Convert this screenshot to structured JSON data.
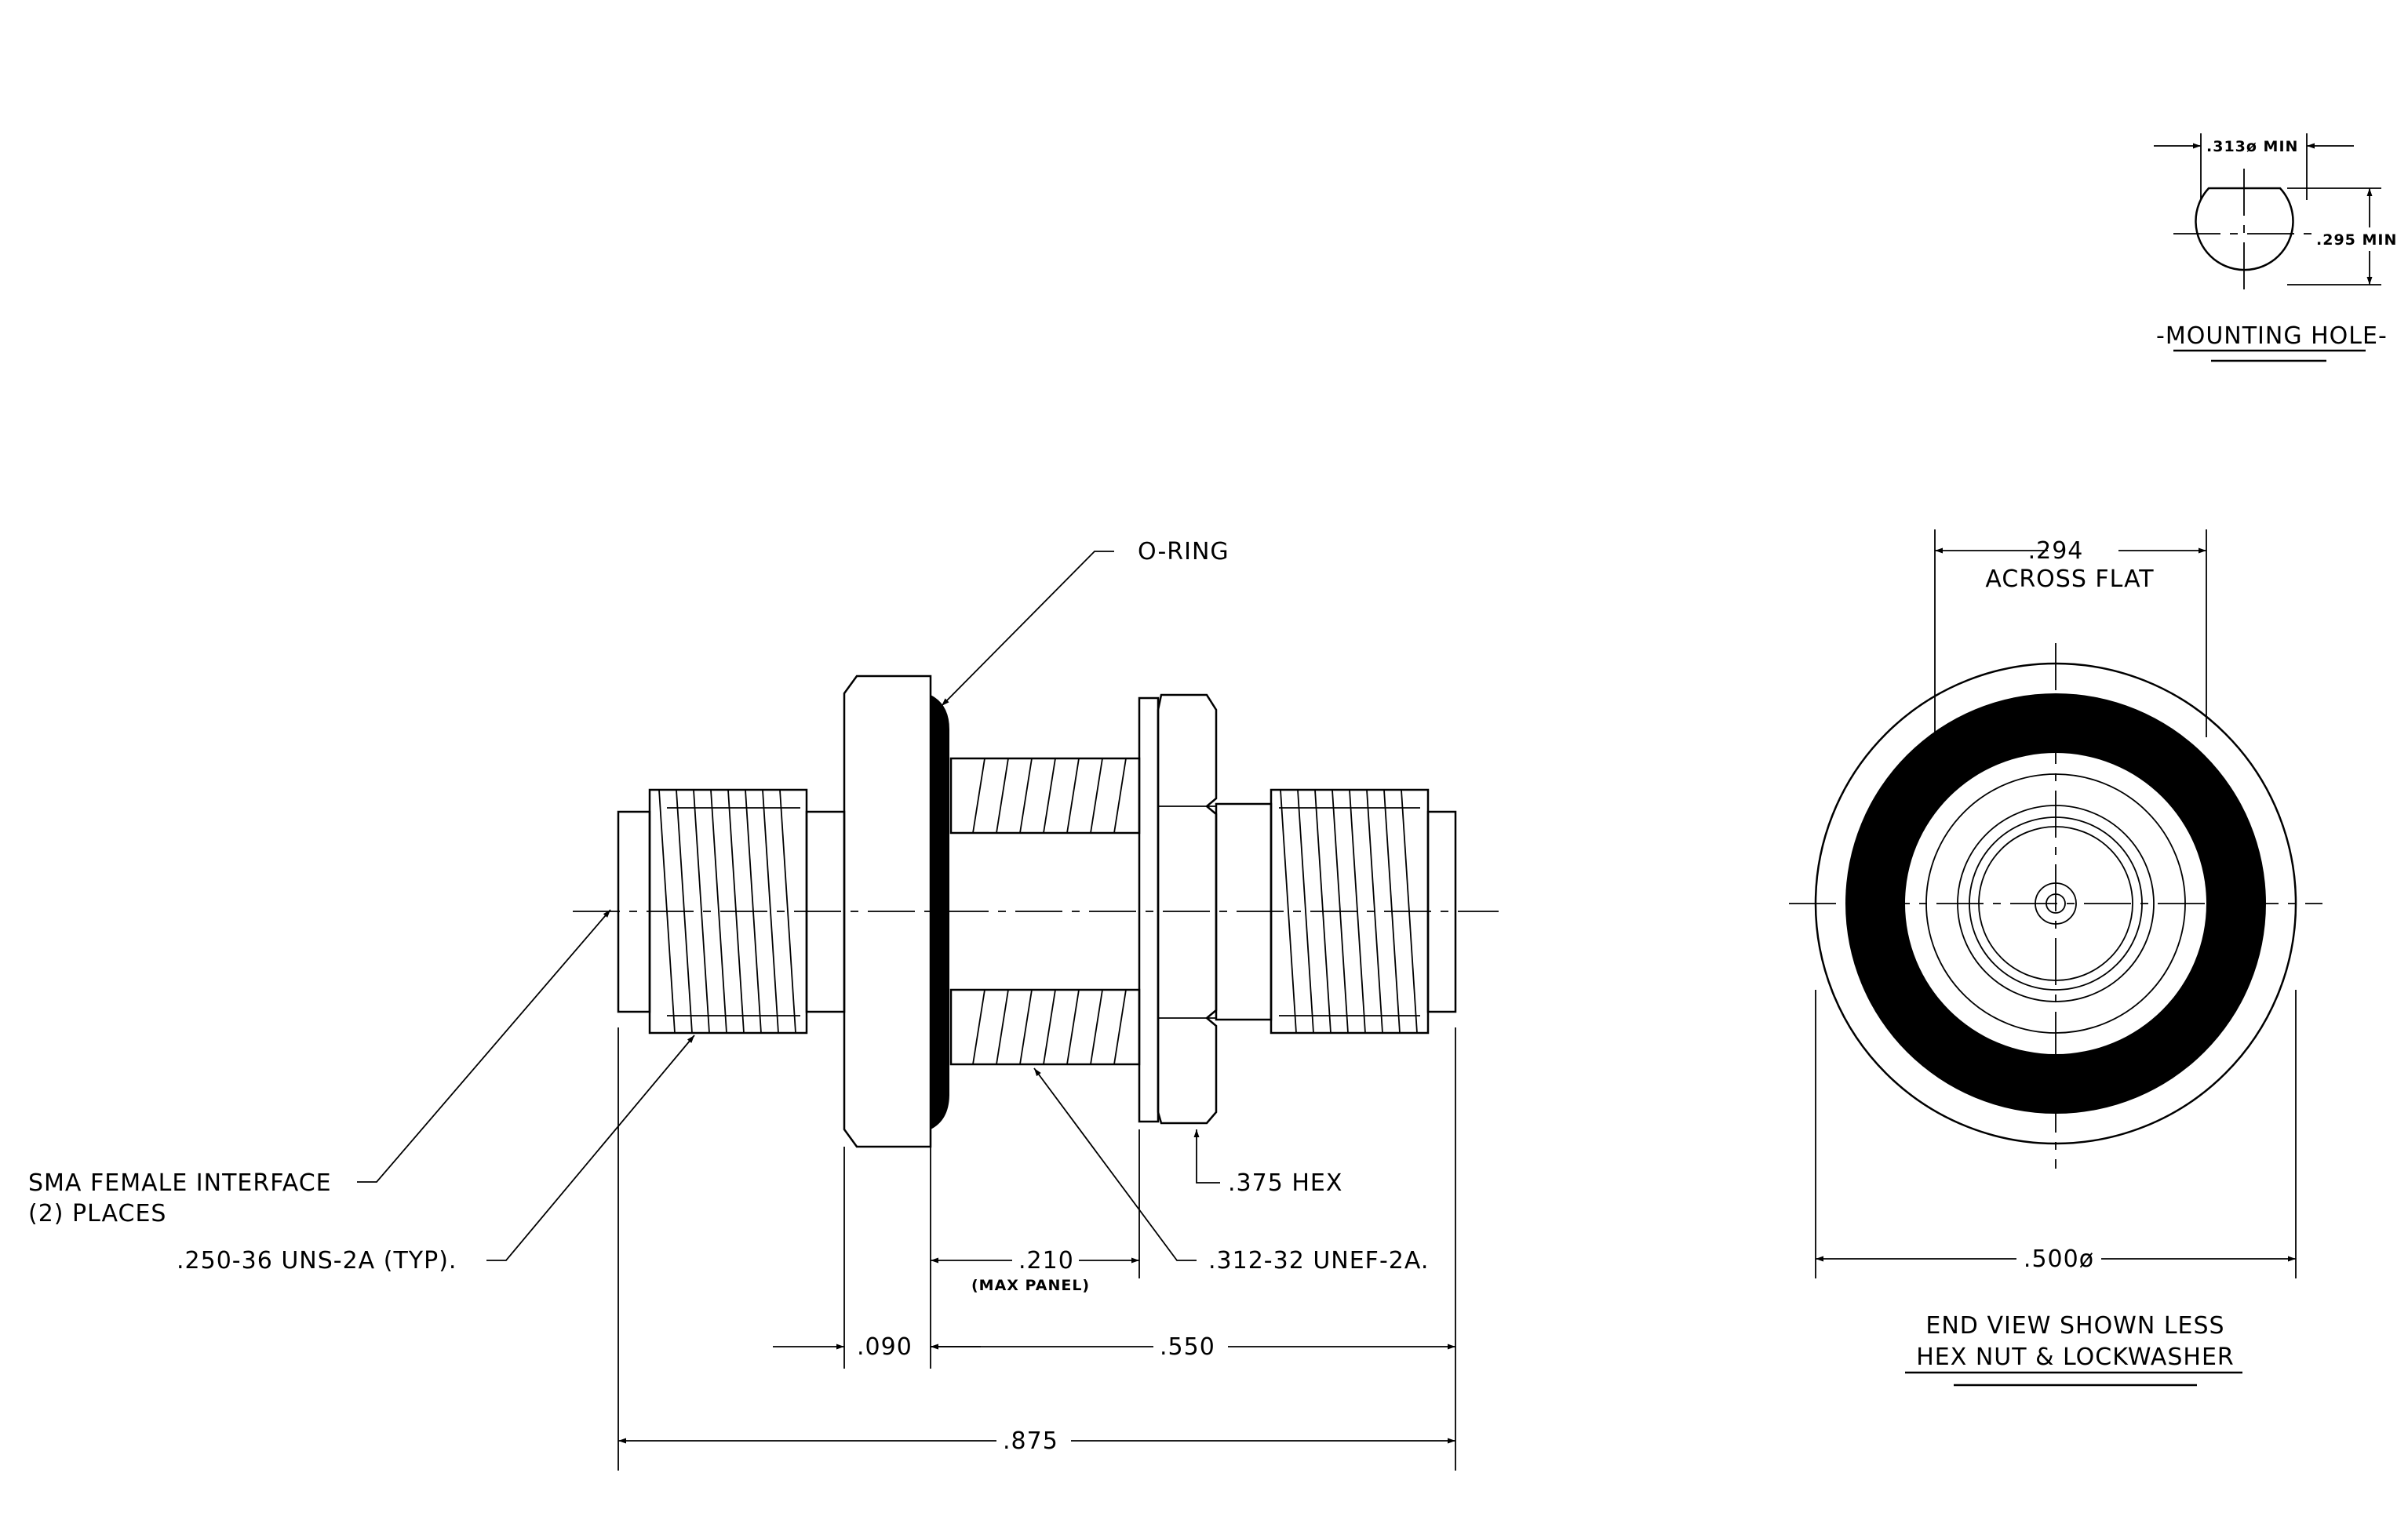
{
  "labels": {
    "mounting_hole_dia": ".313ø MIN",
    "mounting_hole_flat": ".295 MIN",
    "mounting_hole_title": "-MOUNTING HOLE-",
    "oring": "O-RING",
    "across_flat_dim": ".294",
    "across_flat_text": "ACROSS FLAT",
    "sma_interface_line1": "SMA FEMALE INTERFACE",
    "sma_interface_line2": "(2)  PLACES",
    "thread_250": ".250-36 UNS-2A (TYP).",
    "hex_375": ".375 HEX",
    "panel_dim": ".210",
    "panel_note": "(MAX PANEL)",
    "thread_312": ".312-32 UNEF-2A.",
    "dim_090": ".090",
    "dim_550": ".550",
    "dim_875": ".875",
    "dim_500": ".500ø",
    "end_view_line1": "END VIEW SHOWN LESS",
    "end_view_line2": "HEX NUT & LOCKWASHER"
  }
}
